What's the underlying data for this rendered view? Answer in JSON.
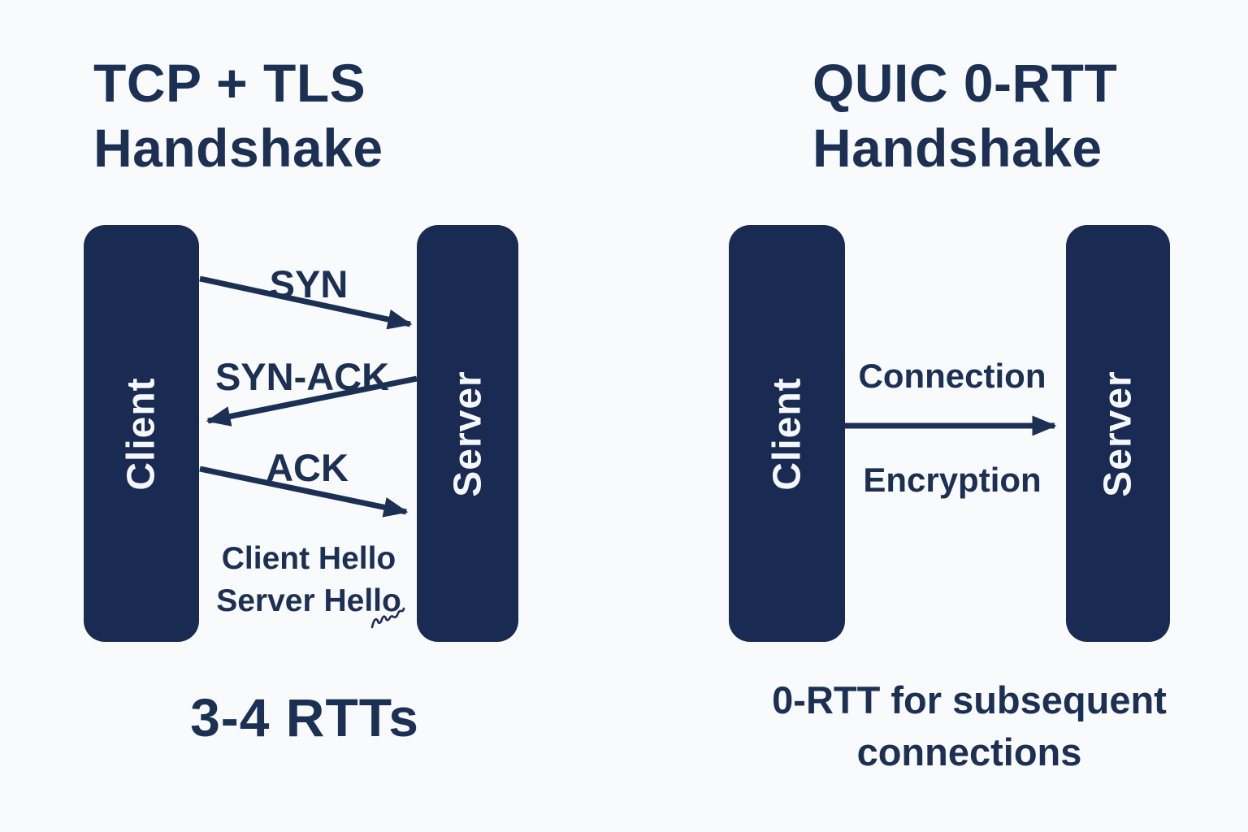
{
  "colors": {
    "background": "#f8fafc",
    "bar": "#192b52",
    "ink": "#1c3054",
    "bar_label": "#f5f7fa"
  },
  "left_panel": {
    "title_line1": "TCP + TLS",
    "title_line2": "Handshake",
    "client_label": "Client",
    "server_label": "Server",
    "messages": [
      {
        "label": "SYN",
        "direction": "client-to-server"
      },
      {
        "label": "SYN-ACK",
        "direction": "server-to-client"
      },
      {
        "label": "ACK",
        "direction": "client-to-server"
      }
    ],
    "hello_line1": "Client Hello",
    "hello_line2": "Server Hello",
    "caption": "3-4 RTTs"
  },
  "right_panel": {
    "title_line1": "QUIC 0-RTT",
    "title_line2": "Handshake",
    "client_label": "Client",
    "server_label": "Server",
    "arrow_label_top": "Connection",
    "arrow_label_bottom": "Encryption",
    "arrow_direction": "client-to-server",
    "caption_bold": "0-RTT",
    "caption_rest": " for subsequent",
    "caption_line2": "connections"
  }
}
